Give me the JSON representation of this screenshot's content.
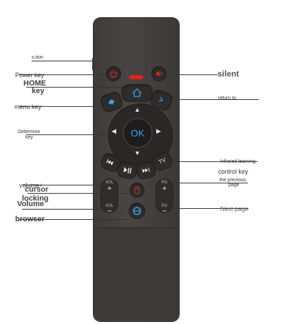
{
  "labels": {
    "top_label": "s,tion",
    "power_key": "Power key",
    "home_line1": "HOME",
    "home_line2": "key",
    "menu_key": "menu key",
    "determine_line1": "Determine",
    "determine_line2": "key",
    "volume_plus": "volume+",
    "cursor_line1": "cursor",
    "cursor_line2": "locking",
    "volume_minus": "Volume",
    "browser": "browser",
    "silent": "silent",
    "return_to": "return to",
    "infrared": "Infrared learning",
    "control_key": "control key",
    "prev_line1": "the previous",
    "prev_line2": "page",
    "next_page": "Next page"
  },
  "buttons": {
    "ok": "OK",
    "vol_label": "VOL",
    "pg_label": "PG",
    "plus": "+",
    "minus": "−",
    "tv_label": "TV"
  },
  "colors": {
    "remote_body": "#4a4545",
    "led": "#e0241c",
    "red_icon": "#c92a22",
    "blue_icon": "#3ea0e6"
  },
  "icons": {
    "power": "power-icon",
    "mute": "mute-icon",
    "home": "home-icon",
    "menu": "menu-icon",
    "back": "back-icon",
    "rewind": "rewind-icon",
    "play_pause": "play-pause-icon",
    "fast_forward": "fast-forward-icon",
    "tv": "tv-icon",
    "mouse": "mouse-icon",
    "browser": "browser-icon"
  }
}
